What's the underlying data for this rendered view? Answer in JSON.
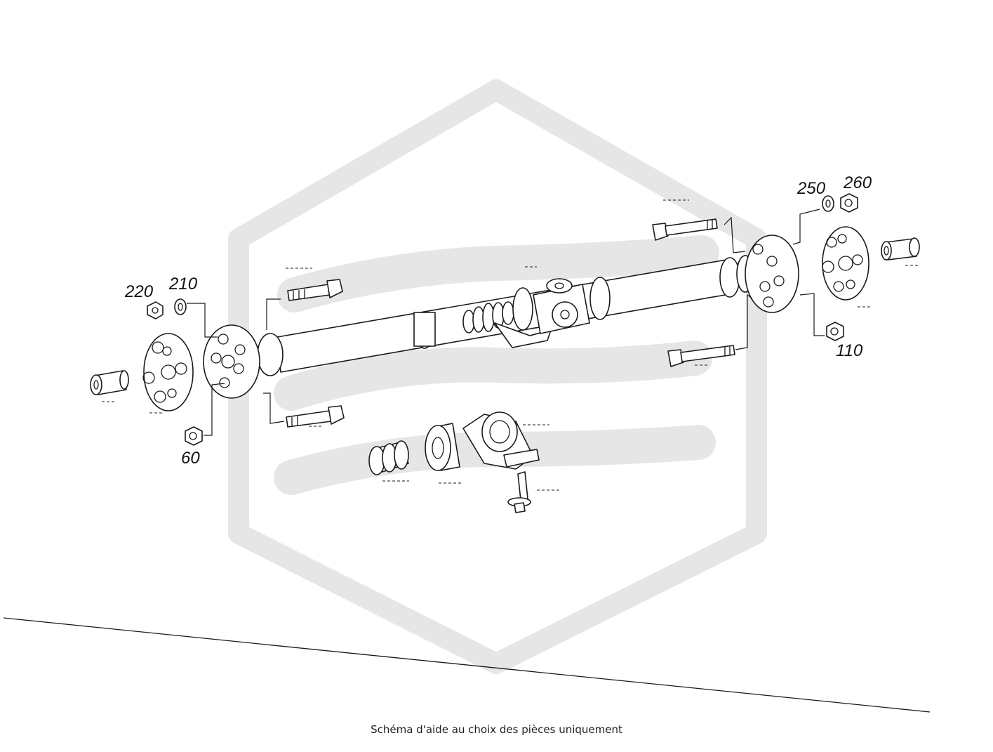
{
  "callouts": {
    "c220": "220",
    "c210": "210",
    "c60": "60",
    "c250": "250",
    "c260": "260",
    "c110": "110"
  },
  "caption": "Schéma d'aide au choix des pièces uniquement",
  "colors": {
    "line": "#1a1a1a",
    "watermark": "#e6e6e6",
    "background": "#ffffff"
  },
  "icons": {
    "watermark": "hexagon-logo-watermark"
  }
}
